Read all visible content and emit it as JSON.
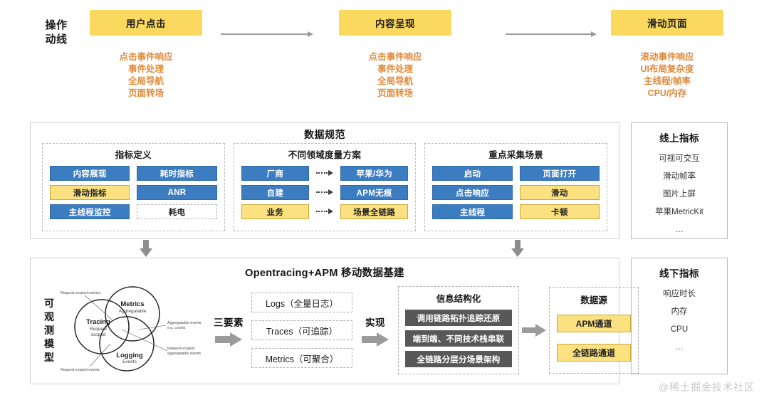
{
  "flow": {
    "label": "操作\n动线",
    "label_line1": "操作",
    "label_line2": "动线",
    "columns": [
      {
        "header": "用户点击",
        "items": [
          "点击事件响应",
          "事件处理",
          "全局导航",
          "页面转场"
        ]
      },
      {
        "header": "内容呈现",
        "items": [
          "点击事件响应",
          "事件处理",
          "全局导航",
          "页面转场"
        ]
      },
      {
        "header": "滑动页面",
        "items": [
          "滚动事件响应",
          "UI布局复杂度",
          "主线程/帧率",
          "CPU/内存"
        ]
      }
    ]
  },
  "spec": {
    "title": "数据规范",
    "groups": [
      {
        "title": "指标定义",
        "type": "pairs",
        "rows": [
          {
            "left": {
              "text": "内容展现",
              "style": "blue"
            },
            "right": {
              "text": "耗时指标",
              "style": "blue"
            }
          },
          {
            "left": {
              "text": "滑动指标",
              "style": "yellow"
            },
            "right": {
              "text": "ANR",
              "style": "blue"
            }
          },
          {
            "left": {
              "text": "主线程监控",
              "style": "blue"
            },
            "right": {
              "text": "耗电",
              "style": "ghost"
            }
          }
        ]
      },
      {
        "title": "不同领域度量方案",
        "type": "mapping",
        "rows": [
          {
            "left": {
              "text": "厂商",
              "style": "blue"
            },
            "right": {
              "text": "苹果/华为",
              "style": "blue"
            }
          },
          {
            "left": {
              "text": "自建",
              "style": "blue"
            },
            "right": {
              "text": "APM无痕",
              "style": "blue"
            }
          },
          {
            "left": {
              "text": "业务",
              "style": "yellow"
            },
            "right": {
              "text": "场景全链路",
              "style": "yellow"
            }
          }
        ]
      },
      {
        "title": "重点采集场景",
        "type": "pairs",
        "rows": [
          {
            "left": {
              "text": "启动",
              "style": "blue"
            },
            "right": {
              "text": "页面打开",
              "style": "blue"
            }
          },
          {
            "left": {
              "text": "点击响应",
              "style": "blue"
            },
            "right": {
              "text": "滑动",
              "style": "yellow"
            }
          },
          {
            "left": {
              "text": "主线程",
              "style": "blue"
            },
            "right": {
              "text": "卡顿",
              "style": "yellow"
            }
          }
        ]
      }
    ]
  },
  "side_panels": [
    {
      "title": "线上指标",
      "items": [
        "可视可交互",
        "滑动帧率",
        "图片上屏",
        "苹果MetricKit",
        "…"
      ]
    },
    {
      "title": "线下指标",
      "items": [
        "响应时长",
        "内存",
        "CPU",
        "…"
      ]
    }
  ],
  "bottom": {
    "title": "Opentracing+APM 移动数据基建",
    "observability_label": "可观测模型",
    "observability_label_chars": [
      "可",
      "观",
      "测",
      "模",
      "型"
    ],
    "venn": {
      "circles": [
        {
          "name": "Metrics",
          "sub": "Aggregatable"
        },
        {
          "name": "Tracing",
          "sub": "Request scoped"
        },
        {
          "name": "Logging",
          "sub": "Events"
        }
      ],
      "annotations": [
        "Request-scoped metrics",
        "Aggregatable events e.g. counts",
        "Request-scoped events",
        "Request-scoped, aggregatable events"
      ],
      "ann_0_l1": "Request-scoped metrics",
      "ann_1_l1": "Aggregatable events",
      "ann_1_l2": "e.g. counts",
      "ann_2_l1": "Request-scoped events",
      "ann_3_l1": "Request-scoped,",
      "ann_3_l2": "aggregatable events",
      "c0_name": "Metrics",
      "c0_sub": "Aggregatable",
      "c1_name": "Tracing",
      "c1_sub_l1": "Request",
      "c1_sub_l2": "scoped",
      "c2_name": "Logging",
      "c2_sub": "Events"
    },
    "step1_label": "三要素",
    "elements": [
      "Logs（全量日志）",
      "Traces（可追踪）",
      "Metrics（可聚合）"
    ],
    "step2_label": "实现",
    "info": {
      "title": "信息结构化",
      "items": [
        "调用链路拓扑追踪还原",
        "端到端、不同技术栈串联",
        "全链路分层分场景架构"
      ]
    },
    "source": {
      "title": "数据源",
      "items": [
        "APM通道",
        "全链路通道"
      ]
    }
  },
  "watermark": "@稀土掘金技术社区",
  "colors": {
    "yellow_header": "#FBD95E",
    "yellow_chip": "#FBE17F",
    "blue_chip": "#3C7CC0",
    "orange_text": "#E08B3C",
    "dark_chip": "#585858",
    "arrow_gray": "#9B9B9B"
  }
}
